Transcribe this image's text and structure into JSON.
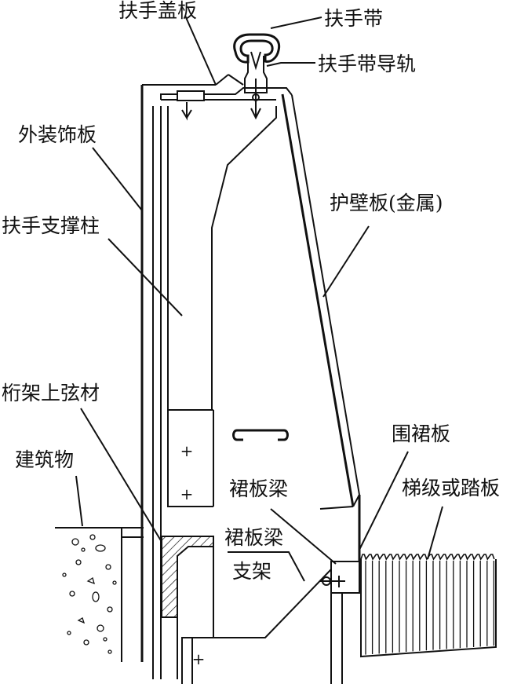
{
  "labels": {
    "handrail_cover": "扶手盖板",
    "handrail_belt": "扶手带",
    "handrail_guide": "扶手带导轨",
    "outer_deck": "外装饰板",
    "handrail_post": "扶手支撑柱",
    "guard_panel": "护壁板(金属)",
    "truss_chord": "桁架上弦材",
    "building": "建筑物",
    "skirt": "围裙板",
    "step": "梯级或踏板",
    "skirt_beam": "裙板梁",
    "skirt_beam_bracket_1": "裙板梁",
    "skirt_beam_bracket_2": "支架"
  }
}
